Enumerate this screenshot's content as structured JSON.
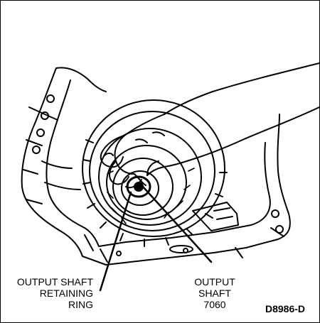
{
  "figure": {
    "id": "D8986-D",
    "callouts": [
      {
        "key": "retaining-ring",
        "lines": [
          "OUTPUT SHAFT",
          "RETAINING",
          "RING"
        ]
      },
      {
        "key": "output-shaft",
        "lines": [
          "OUTPUT",
          "SHAFT",
          "7060"
        ]
      }
    ]
  }
}
